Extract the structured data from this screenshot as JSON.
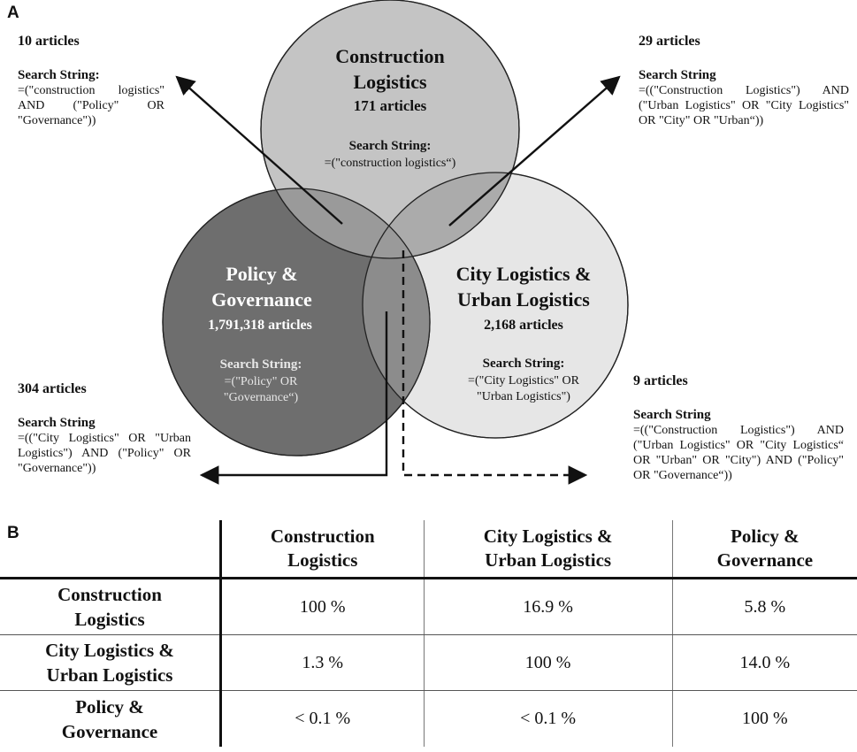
{
  "panel_a": {
    "label": "A",
    "circles": {
      "construction": {
        "title1": "Construction",
        "title2": "Logistics",
        "count": "171 articles",
        "search_label": "Search String:",
        "search1": "=(\"construction logistics“)"
      },
      "policy": {
        "title1": "Policy &",
        "title2": "Governance",
        "count": "1,791,318 articles",
        "search_label": "Search String:",
        "search1": "=(\"Policy\" OR",
        "search2": "\"Governance“)"
      },
      "city": {
        "title1": "City Logistics &",
        "title2": "Urban Logistics",
        "count": "2,168 articles",
        "search_label": "Search String:",
        "search1": "=(\"City Logistics\" OR",
        "search2": "\"Urban Logistics\")"
      }
    },
    "callouts": {
      "top_left": {
        "count": "10 articles",
        "label": "Search String:",
        "query": "=(\"construction logistics\" AND (\"Policy\" OR \"Governance\"))"
      },
      "top_right": {
        "count": "29 articles",
        "label": "Search String",
        "query": "=((\"Construction Logistics\") AND (\"Urban Logistics\" OR \"City Logistics\" OR \"City\" OR \"Urban“))"
      },
      "bottom_left": {
        "count": "304 articles",
        "label": "Search String",
        "query": "=((\"City Logistics\" OR \"Urban Logistics\") AND (\"Policy\" OR \"Governance\"))"
      },
      "bottom_right": {
        "count": "9 articles",
        "label": "Search String",
        "query": "=((\"Construction Logistics\") AND (\"Urban Logistics\" OR \"City Logistics“ OR \"Urban\" OR \"City\") AND (\"Policy\" OR \"Governance“))"
      }
    },
    "colors": {
      "construction": "#c4c4c4",
      "policy": "#6e6e6e",
      "city": "#e6e6e6"
    }
  },
  "panel_b": {
    "label": "B",
    "columns": [
      {
        "line1": "Construction",
        "line2": "Logistics"
      },
      {
        "line1": "City Logistics &",
        "line2": "Urban Logistics"
      },
      {
        "line1": "Policy &",
        "line2": "Governance"
      }
    ],
    "rows": [
      {
        "line1": "Construction",
        "line2": "Logistics",
        "values": [
          "100 %",
          "16.9 %",
          "5.8 %"
        ]
      },
      {
        "line1": "City Logistics &",
        "line2": "Urban Logistics",
        "values": [
          "1.3 %",
          "100 %",
          "14.0 %"
        ]
      },
      {
        "line1": "Policy &",
        "line2": "Governance",
        "values": [
          "< 0.1 %",
          "< 0.1  %",
          "100 %"
        ]
      }
    ]
  }
}
